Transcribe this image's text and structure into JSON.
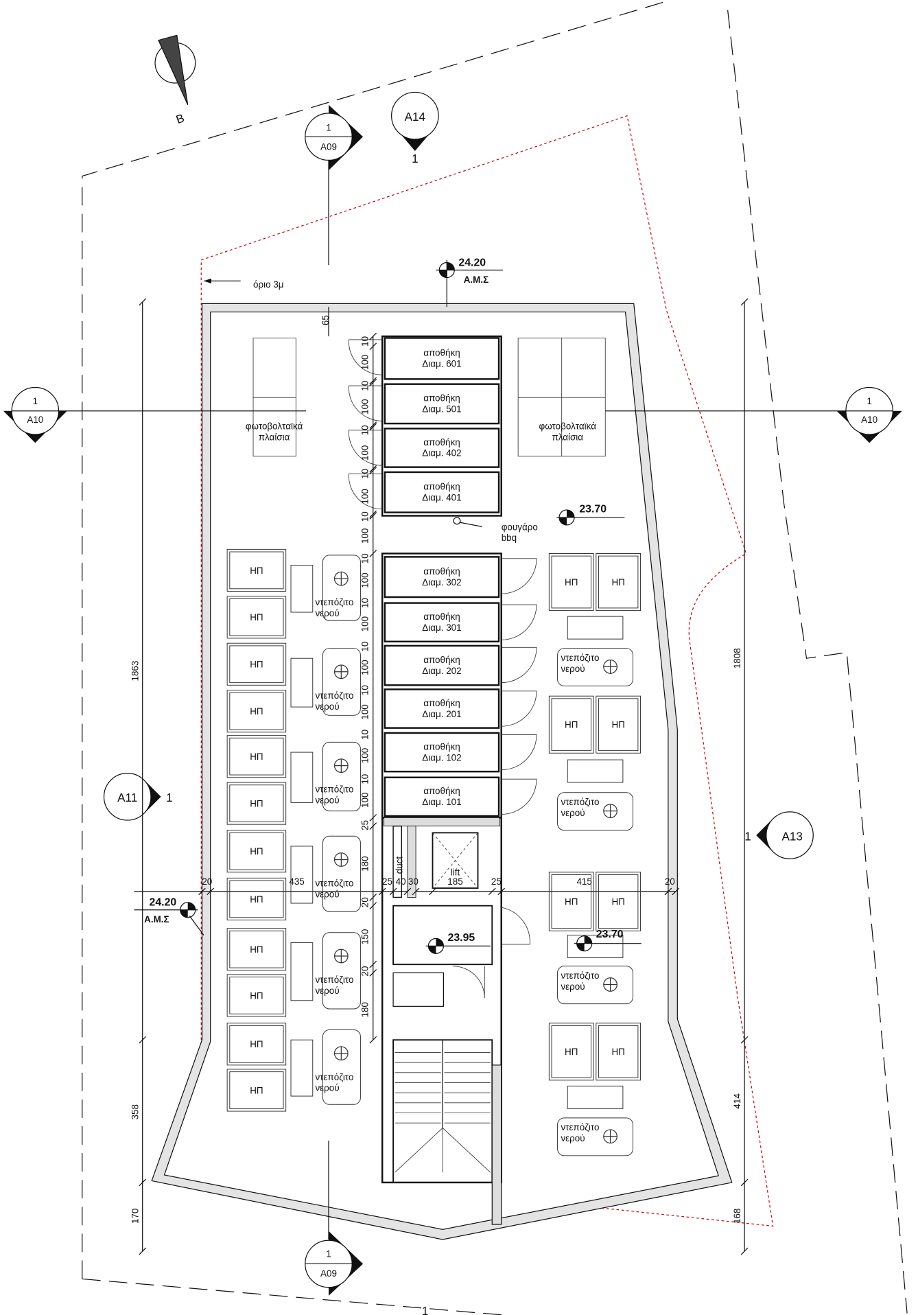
{
  "north_label": "B",
  "setback_label": "όριο 3μ",
  "section_markers": {
    "a09_top": {
      "num": "1",
      "sheet": "A09"
    },
    "a14": {
      "sheet": "A14",
      "num": "1"
    },
    "a10_left": {
      "num": "1",
      "sheet": "A10"
    },
    "a10_right": {
      "num": "1",
      "sheet": "A10"
    },
    "a11": {
      "sheet": "A11",
      "num": "1"
    },
    "a13": {
      "sheet": "A13",
      "num": "1"
    },
    "a09_bottom": {
      "num": "1",
      "sheet": "A09"
    },
    "bottom_num": "1"
  },
  "levels": {
    "top": {
      "value": "24.20",
      "label": "Α.Μ.Σ"
    },
    "left": {
      "value": "24.20",
      "label": "Α.Μ.Σ"
    },
    "right_upper": {
      "value": "23.70"
    },
    "lobby": {
      "value": "23.95"
    },
    "right_lower": {
      "value": "23.70"
    }
  },
  "pv_panels_label": [
    "φωτοβολταϊκά",
    "πλαίσια"
  ],
  "storage_title": "αποθήκη",
  "storage_units": [
    "Διαμ. 601",
    "Διαμ. 501",
    "Διαμ. 402",
    "Διαμ. 401",
    "Διαμ. 302",
    "Διαμ. 301",
    "Διαμ. 202",
    "Διαμ. 201",
    "Διαμ. 102",
    "Διαμ. 101"
  ],
  "bbq_label": [
    "φουγάρο",
    "bbq"
  ],
  "heater_label": "ΗΠ",
  "tank_label": [
    "ντεπόζιτο",
    "νερού"
  ],
  "duct_label": "duct",
  "lift_label": "lift",
  "dimensions": {
    "left_vertical": [
      "1863",
      "358",
      "170"
    ],
    "right_vertical": [
      "1808",
      "414",
      "168"
    ],
    "horizontal": [
      "20",
      "435",
      "25",
      "40",
      "30",
      "185",
      "25",
      "415",
      "20"
    ],
    "top_offset": "65",
    "storage_column_upper": [
      "10",
      "100",
      "10",
      "100",
      "10",
      "100",
      "10",
      "100",
      "10",
      "100"
    ],
    "storage_column_lower": [
      "10",
      "100",
      "10",
      "100",
      "10",
      "100",
      "10",
      "100",
      "10",
      "100",
      "10",
      "100",
      "25",
      "180",
      "20",
      "150",
      "20",
      "180"
    ]
  }
}
